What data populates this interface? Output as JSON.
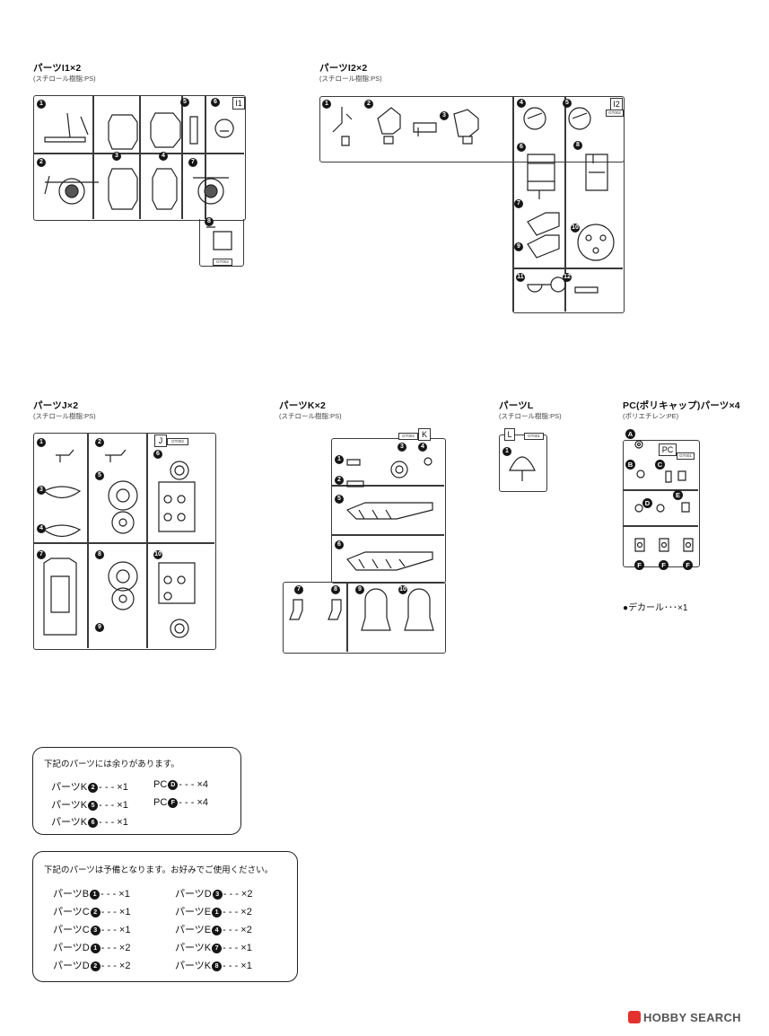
{
  "sprues": {
    "i1": {
      "title": "パーツI1×2",
      "material": "(スチロール樹脂:PS)",
      "tag": "I1",
      "code": "GT002",
      "numbers": [
        "1",
        "2",
        "3",
        "4",
        "5",
        "6",
        "7",
        "8"
      ]
    },
    "i2": {
      "title": "パーツI2×2",
      "material": "(スチロール樹脂:PS)",
      "tag": "I2",
      "code": "GT002",
      "numbers": [
        "1",
        "2",
        "3",
        "4",
        "5",
        "6",
        "7",
        "8",
        "9",
        "10",
        "11",
        "12"
      ]
    },
    "j": {
      "title": "パーツJ×2",
      "material": "(スチロール樹脂:PS)",
      "tag": "J",
      "code": "GT002",
      "numbers": [
        "1",
        "2",
        "3",
        "4",
        "5",
        "6",
        "7",
        "8",
        "9",
        "10"
      ]
    },
    "k": {
      "title": "パーツK×2",
      "material": "(スチロール樹脂:PS)",
      "tag": "K",
      "code": "GT002",
      "numbers": [
        "1",
        "2",
        "3",
        "4",
        "5",
        "6",
        "7",
        "8",
        "9",
        "10"
      ]
    },
    "l": {
      "title": "パーツL",
      "material": "(スチロール樹脂:PS)",
      "tag": "L",
      "code": "GT001",
      "numbers": [
        "1"
      ]
    },
    "pc": {
      "title": "PC(ポリキャップ)パーツ×4",
      "material": "(ポリエチレン:PE)",
      "tag": "PC",
      "code": "GT001",
      "letters": [
        "A",
        "B",
        "C",
        "D",
        "E",
        "F",
        "F",
        "F"
      ]
    }
  },
  "decal": "●デカール･･･×1",
  "surplus": {
    "title": "下記のパーツには余りがあります。",
    "rows": [
      [
        {
          "part": "パーツK",
          "num": "2",
          "qty": "- - - ×1"
        },
        {
          "part": "PC",
          "num": "D",
          "qty": "- - - ×4"
        }
      ],
      [
        {
          "part": "パーツK",
          "num": "5",
          "qty": "- - - ×1"
        },
        {
          "part": "PC",
          "num": "F",
          "qty": "- - - ×4"
        }
      ],
      [
        {
          "part": "パーツK",
          "num": "6",
          "qty": "- - - ×1"
        }
      ]
    ]
  },
  "spare": {
    "title": "下記のパーツは予備となります。お好みでご使用ください。",
    "left": [
      {
        "part": "パーツB",
        "num": "1",
        "qty": "- - - ×1"
      },
      {
        "part": "パーツC",
        "num": "2",
        "qty": "- - - ×1"
      },
      {
        "part": "パーツC",
        "num": "3",
        "qty": "- - - ×1"
      },
      {
        "part": "パーツD",
        "num": "1",
        "qty": "- - - ×2"
      },
      {
        "part": "パーツD",
        "num": "2",
        "qty": "- - - ×2"
      }
    ],
    "right": [
      {
        "part": "パーツD",
        "num": "3",
        "qty": "- - - ×2"
      },
      {
        "part": "パーツE",
        "num": "1",
        "qty": "- - - ×2"
      },
      {
        "part": "パーツE",
        "num": "4",
        "qty": "- - - ×2"
      },
      {
        "part": "パーツK",
        "num": "7",
        "qty": "- - - ×1"
      },
      {
        "part": "パーツK",
        "num": "8",
        "qty": "- - - ×1"
      }
    ]
  },
  "watermark": "HOBBY SEARCH"
}
